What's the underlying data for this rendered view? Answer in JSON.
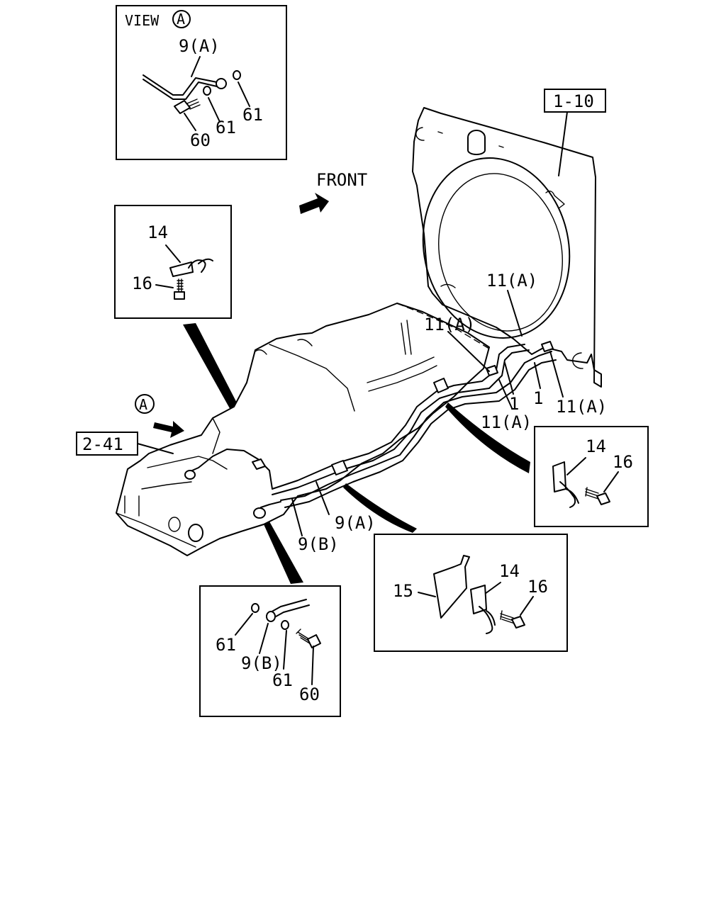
{
  "labels": {
    "view_a": "VIEW",
    "circle_a": "A",
    "front": "FRONT",
    "ref_1_10": "1-10",
    "ref_2_41": "2-41",
    "p9a_view": "9(A)",
    "p61_view_left": "61",
    "p61_view_right": "61",
    "p60_view": "60",
    "p14_topleft": "14",
    "p16_topleft": "16",
    "p11a_top": "11(A)",
    "p11a_mid": "11(A)",
    "p11a_low": "11(A)",
    "p11a_right": "11(A)",
    "p1_left": "1",
    "p1_right": "1",
    "p9a_main": "9(A)",
    "p9b_main": "9(B)",
    "p14_right": "14",
    "p16_right": "16",
    "p15_bottom": "15",
    "p14_bottom": "14",
    "p16_bottom": "16",
    "p61_inset_a": "61",
    "p9b_inset": "9(B)",
    "p61_inset_b": "61",
    "p60_inset": "60"
  },
  "colors": {
    "ink": "#000000",
    "paper": "#ffffff"
  }
}
